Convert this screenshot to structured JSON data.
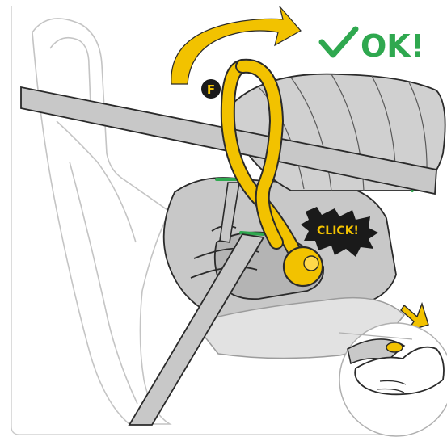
{
  "ok_label": "OK!",
  "click_label": "CLICK!",
  "marker_letter": "F",
  "colors": {
    "accent_yellow": "#f2c200",
    "ok_green": "#2fa84f",
    "seat_gray": "#c8c8c8",
    "outline": "#2a2a2a",
    "click_badge": "#1a1a1a"
  },
  "icons": [
    "rotate-arrow-icon",
    "checkmark-icon",
    "press-arrow-icon"
  ]
}
